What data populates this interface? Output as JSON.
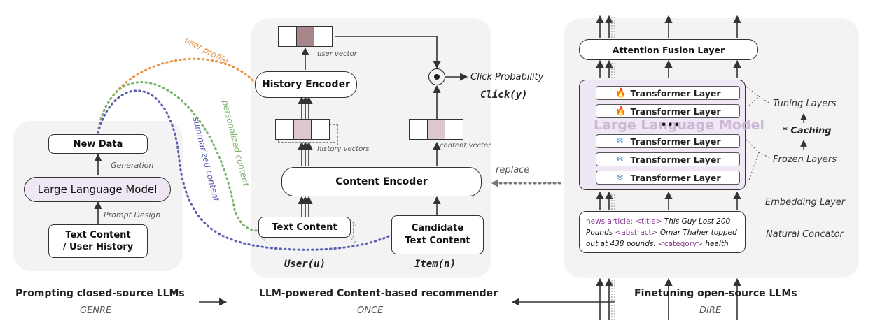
{
  "left": {
    "new_data": "New Data",
    "generation": "Generation",
    "llm": "Large Language Model",
    "prompt_design": "Prompt Design",
    "text_content_line1": "Text Content",
    "text_content_line2": "/ User History",
    "title": "Prompting closed-source LLMs",
    "subtitle": "GENRE"
  },
  "curves": {
    "user_profile": "user profile",
    "personalized_content": "personalized content",
    "summarized_content": "summarized content"
  },
  "middle": {
    "user_vector": "user vector",
    "history_encoder": "History Encoder",
    "history_vectors": "history vectors",
    "content_encoder": "Content Encoder",
    "text_content": "Text Content",
    "candidate_line1": "Candidate",
    "candidate_line2": "Text Content",
    "content_vector": "content vector",
    "click_probability": "Click Probability",
    "click_formula": "Click(y)",
    "user_formula": "User(u)",
    "item_formula": "Item(n)",
    "replace": "replace",
    "title": "LLM-powered Content-based recommender",
    "subtitle": "ONCE"
  },
  "right": {
    "attention_fusion": "Attention Fusion Layer",
    "transformer_layers": [
      "Transformer Layer",
      "Transformer Layer",
      "Transformer Layer",
      "Transformer Layer",
      "Transformer Layer"
    ],
    "ellipsis": "•••",
    "watermark": "Large Language Model",
    "tuning_layers": "Tuning Layers",
    "caching": "* Caching",
    "frozen_layers": "Frozen Layers",
    "embedding_layer": "Embedding Layer",
    "natural_concator": "Natural Concator",
    "news_prefix": "news article:",
    "tag_title": "<title>",
    "news_title": "This Guy Lost 200",
    "news_line2_a": "Pounds",
    "tag_abstract": "<abstract>",
    "news_abstract": "Omar Thaher topped",
    "news_line3": "out at 438 pounds.",
    "tag_category": "<category>",
    "news_category": "health",
    "title": "Finetuning open-source LLMs",
    "subtitle": "DIRE"
  },
  "colors": {
    "orange": "#e8944a",
    "green": "#7cb36a",
    "blue": "#5a5fb0",
    "purple_tag": "#8a3d8f",
    "llm_fill": "#efe7f3",
    "vector_highlight": "#dcc7cd",
    "user_vector_highlight": "#a8878c"
  },
  "icons": [
    "fire-icon",
    "snowflake-icon",
    "dot-in-circle-icon"
  ]
}
